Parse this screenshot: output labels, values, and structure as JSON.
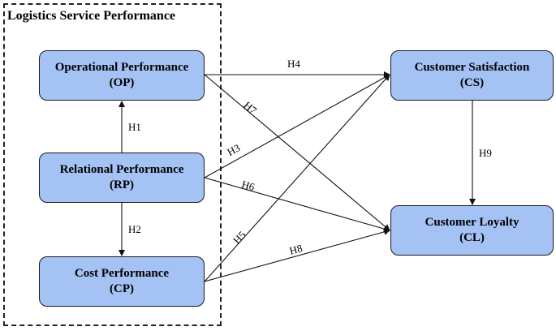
{
  "diagram": {
    "group": {
      "title": "Logistics Service Performance"
    },
    "nodes": {
      "op": {
        "name": "Operational Performance",
        "abbr": "(OP)"
      },
      "rp": {
        "name": "Relational Performance",
        "abbr": "(RP)"
      },
      "cp": {
        "name": "Cost Performance",
        "abbr": "(CP)"
      },
      "cs": {
        "name": "Customer Satisfaction",
        "abbr": "(CS)"
      },
      "cl": {
        "name": "Customer Loyalty",
        "abbr": "(CL)"
      }
    },
    "hypotheses": {
      "h1": "H1",
      "h2": "H2",
      "h3": "H3",
      "h4": "H4",
      "h5": "H5",
      "h6": "H6",
      "h7": "H7",
      "h8": "H8",
      "h9": "H9"
    },
    "edges": [
      {
        "from": "rp",
        "to": "op",
        "label": "h1"
      },
      {
        "from": "rp",
        "to": "cp",
        "label": "h2"
      },
      {
        "from": "rp",
        "to": "cs",
        "label": "h3"
      },
      {
        "from": "op",
        "to": "cs",
        "label": "h4"
      },
      {
        "from": "cp",
        "to": "cs",
        "label": "h5"
      },
      {
        "from": "rp",
        "to": "cl",
        "label": "h6"
      },
      {
        "from": "op",
        "to": "cl",
        "label": "h7"
      },
      {
        "from": "cp",
        "to": "cl",
        "label": "h8"
      },
      {
        "from": "cs",
        "to": "cl",
        "label": "h9"
      }
    ]
  }
}
